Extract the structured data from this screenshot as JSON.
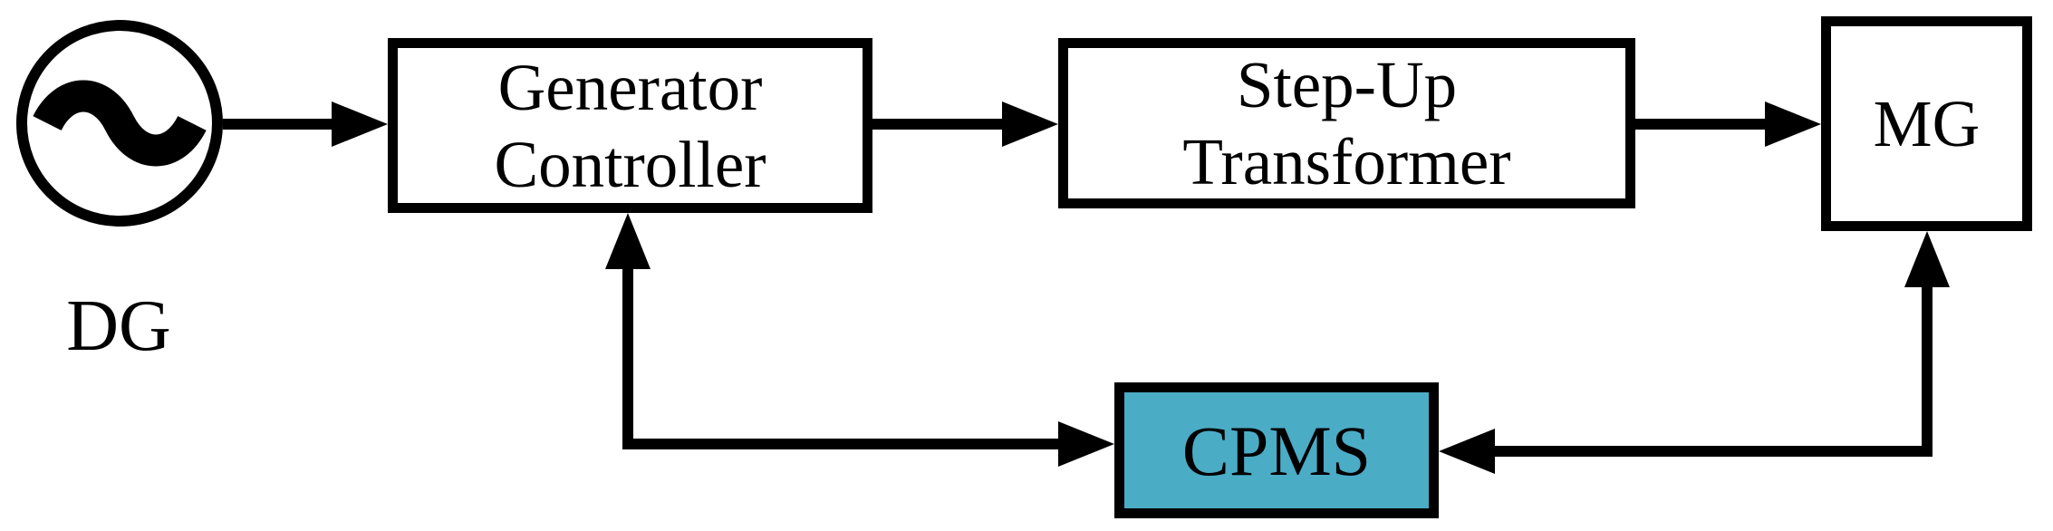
{
  "diagram": {
    "background": "#ffffff",
    "stroke_color": "#000000",
    "nodes": {
      "dg": {
        "label": "DG",
        "symbol": "ac-source"
      },
      "generator_controller": {
        "lines": [
          "Generator",
          "Controller"
        ]
      },
      "step_up_transformer": {
        "lines": [
          "Step-Up",
          "Transformer"
        ]
      },
      "mg": {
        "label": "MG"
      },
      "cpms": {
        "label": "CPMS",
        "fill": "#4BACC6"
      }
    },
    "edges": [
      {
        "from": "DG",
        "to": "Generator Controller",
        "type": "arrow",
        "direction": "right"
      },
      {
        "from": "Generator Controller",
        "to": "Step-Up Transformer",
        "type": "arrow",
        "direction": "right"
      },
      {
        "from": "Step-Up Transformer",
        "to": "MG",
        "type": "arrow",
        "direction": "right"
      },
      {
        "between": [
          "Generator Controller",
          "CPMS"
        ],
        "type": "elbow",
        "arrowheads": "both-ends"
      },
      {
        "between": [
          "MG",
          "CPMS"
        ],
        "type": "elbow",
        "arrowheads": "both-ends"
      }
    ]
  }
}
